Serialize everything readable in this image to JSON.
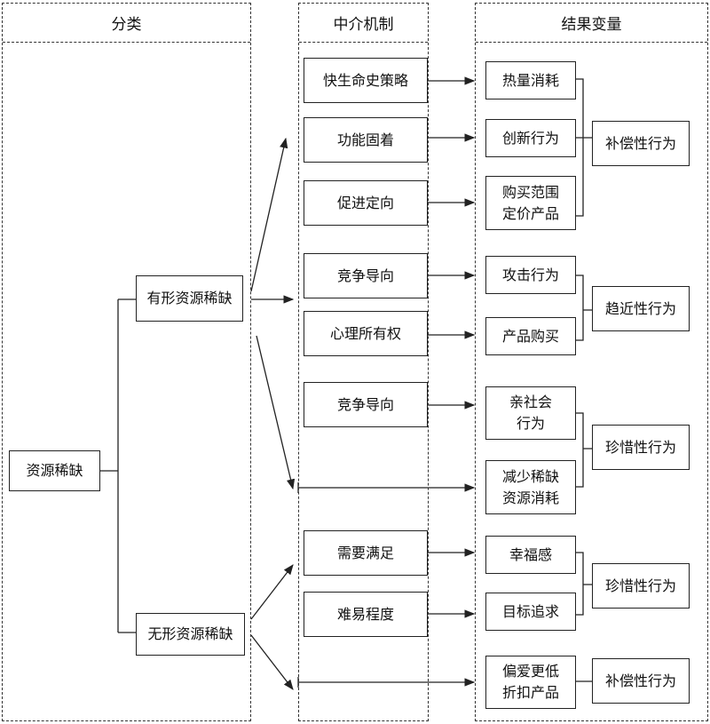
{
  "headers": {
    "classification": "分类",
    "mechanism": "中介机制",
    "outcome": "结果变量"
  },
  "classification": {
    "root": "资源稀缺",
    "tangible": "有形资源稀缺",
    "intangible": "无形资源稀缺"
  },
  "mechanisms": {
    "fast_life": "快生命史策略",
    "functional_fixedness": "功能固着",
    "promotion_focus": "促进定向",
    "competition_1": "竞争导向",
    "psych_ownership": "心理所有权",
    "competition_2": "竞争导向",
    "need_satisfaction": "需要满足",
    "difficulty": "难易程度"
  },
  "outcomes": {
    "calorie": "热量消耗",
    "creative": "创新行为",
    "purchase_range": "购买范围\n定价产品",
    "aggressive": "攻击行为",
    "product_purchase": "产品购买",
    "prosocial": "亲社会\n行为",
    "reduce_consumption": "减少稀缺\n资源消耗",
    "happiness": "幸福感",
    "goal_pursuit": "目标追求",
    "discount_pref": "偏爱更低\n折扣产品"
  },
  "outcome_groups": {
    "compensatory_1": "补偿性行为",
    "approach": "趋近性行为",
    "cherish_1": "珍惜性行为",
    "cherish_2": "珍惜性行为",
    "compensatory_2": "补偿性行为"
  },
  "colors": {
    "line": "#222222",
    "dash": "#333333"
  }
}
